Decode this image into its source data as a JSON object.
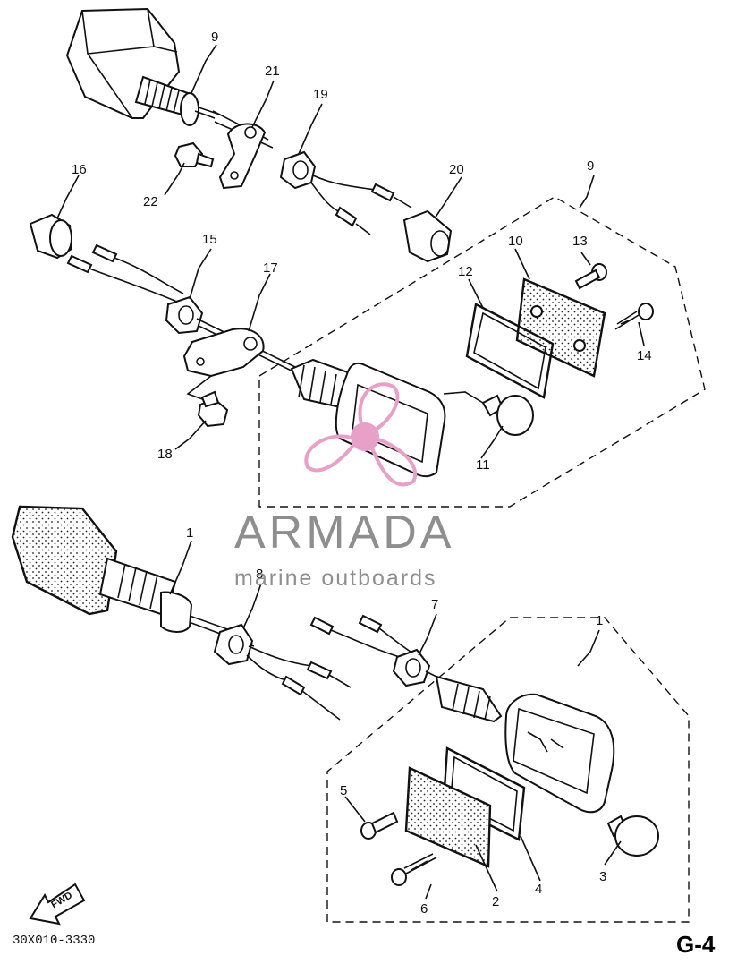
{
  "diagram": {
    "callouts": {
      "c1_top_right": "1",
      "c1_left": "1",
      "c2": "2",
      "c3": "3",
      "c4": "4",
      "c5": "5",
      "c6": "6",
      "c7": "7",
      "c8": "8",
      "c9_top": "9",
      "c9_right": "9",
      "c10": "10",
      "c11": "11",
      "c12": "12",
      "c13": "13",
      "c14": "14",
      "c15": "15",
      "c16": "16",
      "c17": "17",
      "c18": "18",
      "c19": "19",
      "c20": "20",
      "c21": "21",
      "c22": "22"
    },
    "fwd_label": "FWD",
    "drawing_code": "30X010-3330",
    "page_id": "G-4"
  },
  "watermark": {
    "brand": "ARMADA",
    "tagline": "marine outboards",
    "logo_color": "#e8a0c8",
    "text_color": "#8e8e8e"
  }
}
